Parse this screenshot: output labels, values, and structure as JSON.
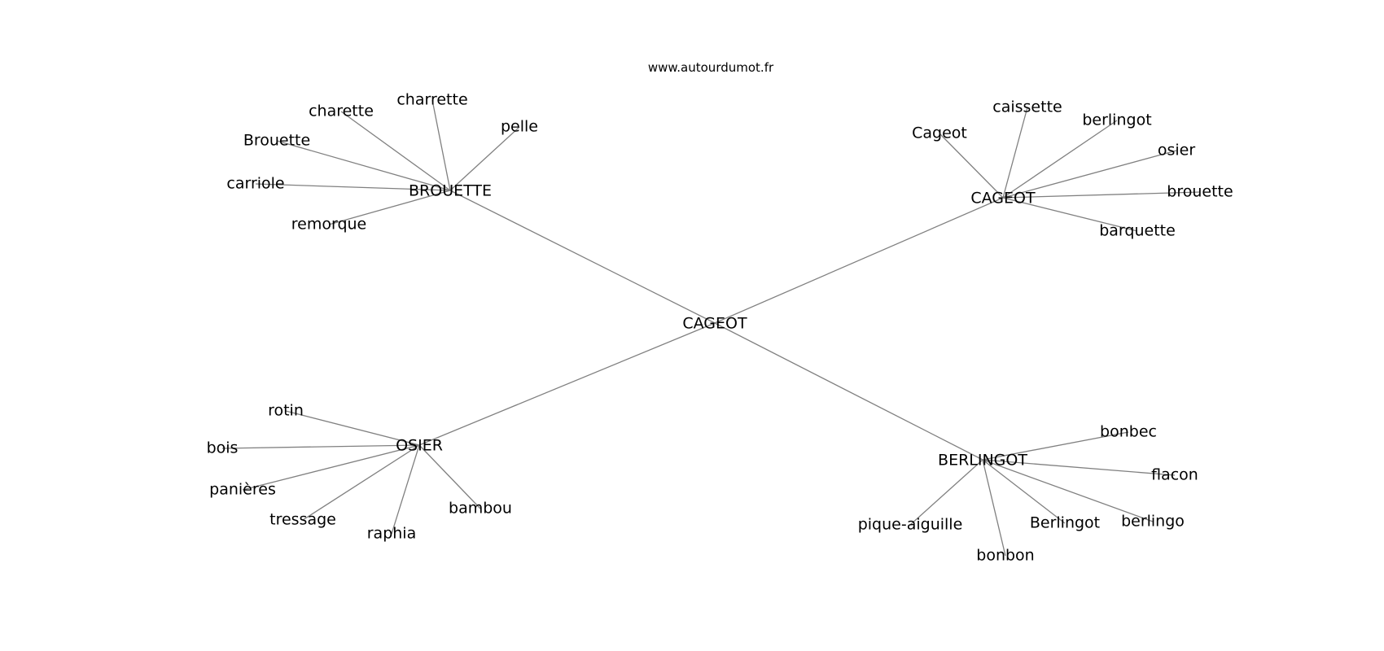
{
  "source": "www.autourdumot.fr",
  "graph": {
    "center": "CAGEOT",
    "hubs": [
      {
        "word": "BROUETTE",
        "leaves": [
          "charrette",
          "charette",
          "pelle",
          "Brouette",
          "carriole",
          "remorque"
        ]
      },
      {
        "word": "CAGEOT",
        "leaves": [
          "caissette",
          "berlingot",
          "Cageot",
          "osier",
          "brouette",
          "barquette"
        ]
      },
      {
        "word": "OSIER",
        "leaves": [
          "rotin",
          "bois",
          "panières",
          "tressage",
          "raphia",
          "bambou"
        ]
      },
      {
        "word": "BERLINGOT",
        "leaves": [
          "bonbec",
          "flacon",
          "pique-aiguille",
          "Berlingot",
          "berlingo",
          "bonbon"
        ]
      }
    ]
  }
}
